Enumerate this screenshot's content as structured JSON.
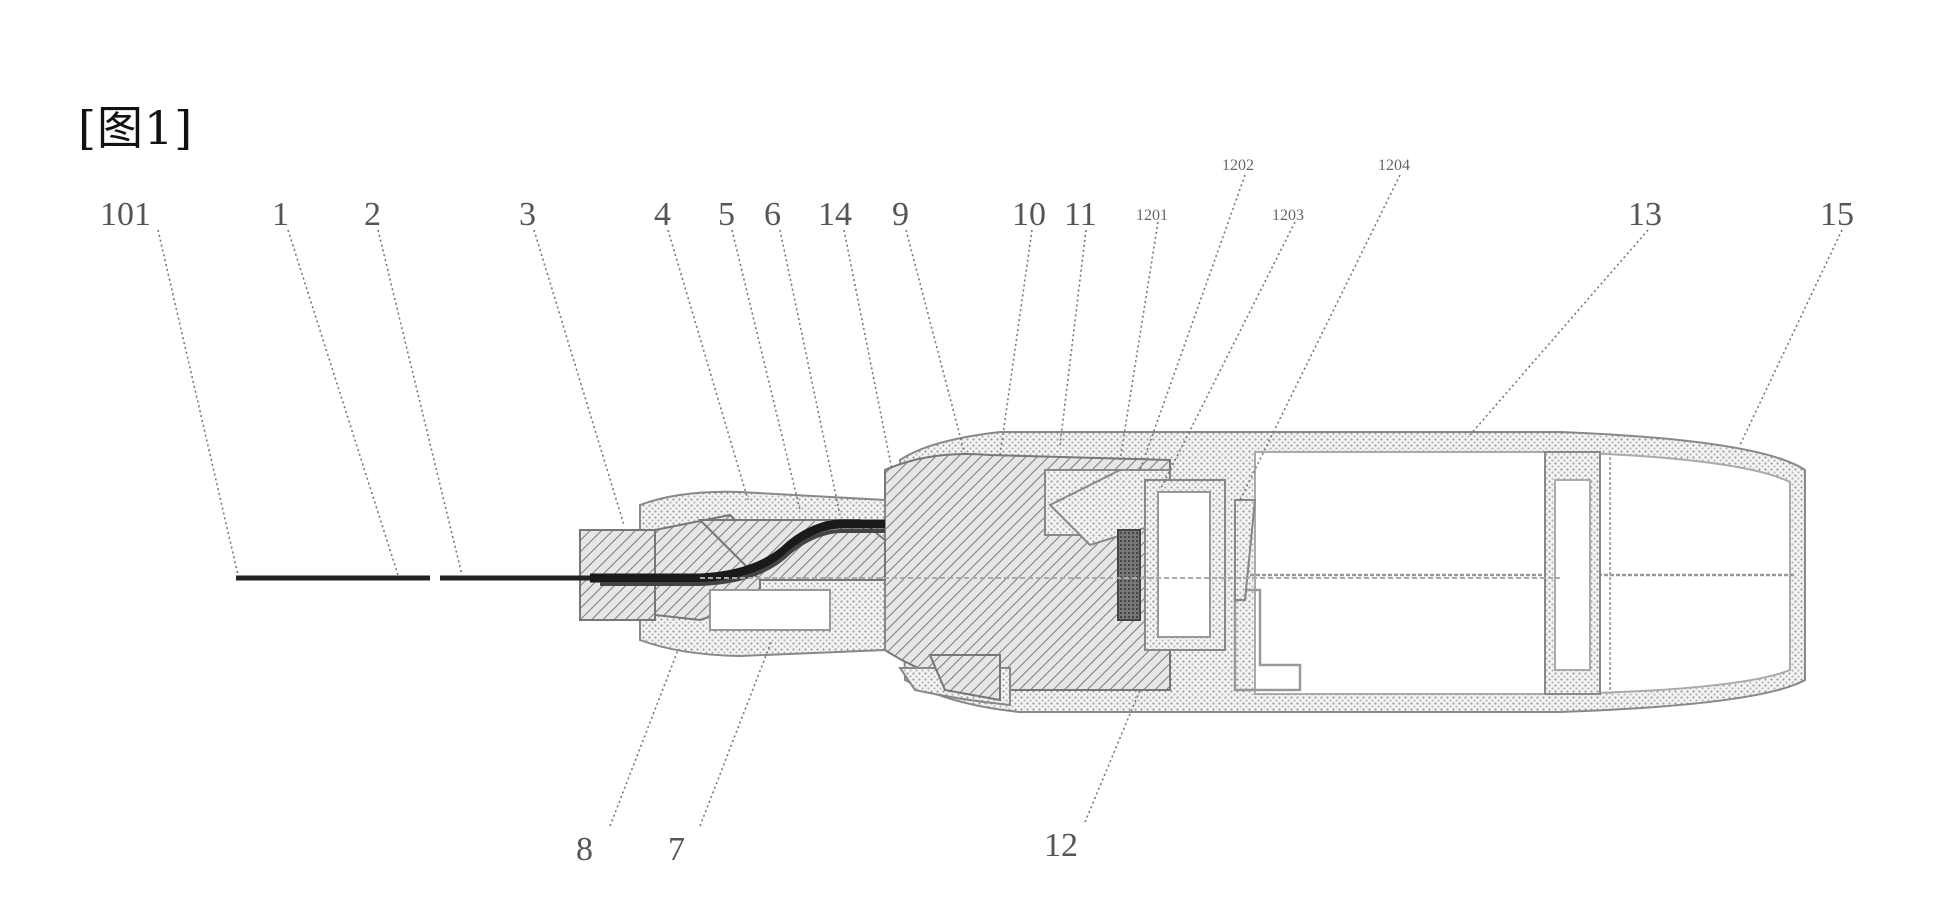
{
  "figure": {
    "title": "[图1]"
  },
  "labels": [
    "101",
    "1",
    "2",
    "3",
    "4",
    "5",
    "6",
    "14",
    "9",
    "10",
    "11",
    "1201",
    "1202",
    "1203",
    "1204",
    "13",
    "15",
    "8",
    "7",
    "12"
  ]
}
